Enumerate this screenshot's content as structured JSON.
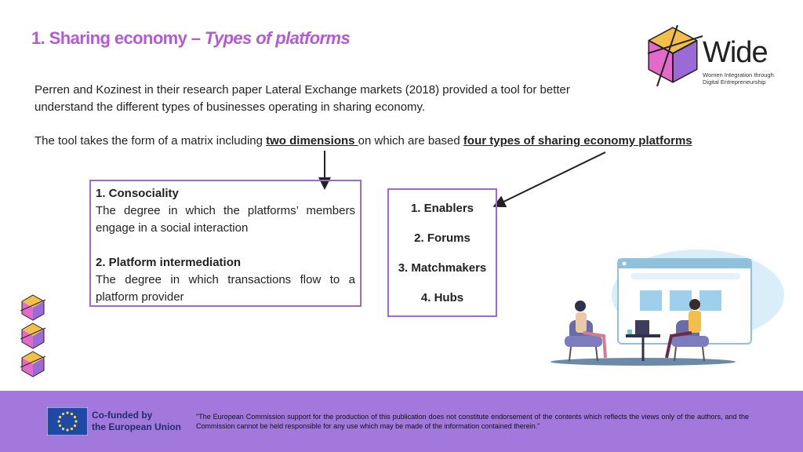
{
  "title": {
    "part1": "1. Sharing economy –",
    "part2": "Types of platforms"
  },
  "intro": "Perren and Kozinest in their research paper Lateral Exchange markets (2018) provided a tool for better understand the different types of businesses operating in sharing economy.",
  "tool_line": {
    "before": "The tool takes the form of a matrix including ",
    "dimensions": "two dimensions ",
    "middle": "on which are based ",
    "types": "four types of sharing economy platforms"
  },
  "dimensions": [
    {
      "heading": "1. Consociality",
      "text": "The degree in which the platforms’ members engage in a social interaction"
    },
    {
      "heading": "2. Platform intermediation",
      "text": "The degree in which transactions flow to a platform provider"
    }
  ],
  "platform_types": [
    "1. Enablers",
    "2. Forums",
    "3. Matchmakers",
    "4. Hubs"
  ],
  "logo": {
    "word": "Wide",
    "subtitle_line1": "Women Integration through",
    "subtitle_line2": "Digital Entrepreneurship"
  },
  "footer": {
    "eu_line1": "Co-funded by",
    "eu_line2": "the European Union",
    "disclaimer": "\"The European Commission support for the production of this publication does not constitute endorsement of the contents which reflects the views only of the authors, and the Commission cannot be held responsible for any use which may be made of the information contained therein.\""
  },
  "icons": [
    "wide-logo-cube-icon",
    "decorative-cube-icon",
    "eu-flag-icon",
    "meeting-illustration"
  ],
  "colors": {
    "accent": "#b45ad6",
    "box_border": "#9b6ad6",
    "footer_bg": "#a278dc",
    "cube_pink": "#e36ac8",
    "cube_yellow": "#f2c04a",
    "cube_purple": "#9b6ad6"
  }
}
